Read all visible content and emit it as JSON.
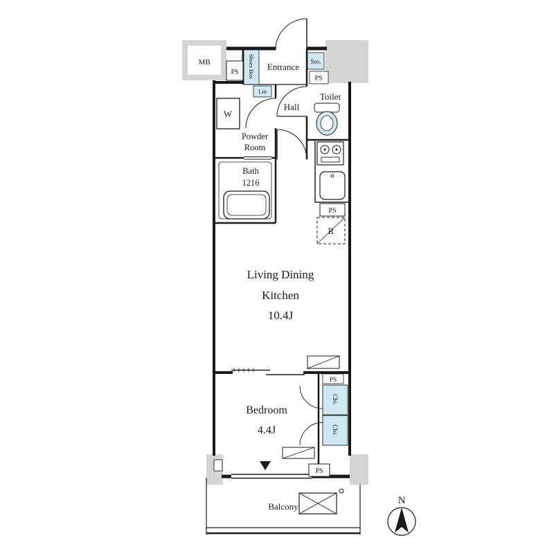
{
  "plan": {
    "labels": {
      "mb": "MB",
      "shoes_box": "Shoes Box",
      "entrance": "Entrance",
      "sto": "Sto.",
      "ps": "PS",
      "lin": "Lin",
      "hall": "Hall",
      "toilet": "Toilet",
      "washer": "W",
      "powder1": "Powder",
      "powder2": "Room",
      "bath1": "Bath",
      "bath2": "1216",
      "fridge": "R",
      "ldk1": "Living Dining",
      "ldk2": "Kitchen",
      "ldk3": "10.4J",
      "clo": "Clo.",
      "bedroom1": "Bedroom",
      "bedroom2": "4.4J",
      "balcony": "Balcony",
      "north": "N"
    },
    "colors": {
      "storage_fill": "#cfe8f2",
      "column_fill": "#d4d4d4",
      "line": "#1a1a1a"
    }
  }
}
